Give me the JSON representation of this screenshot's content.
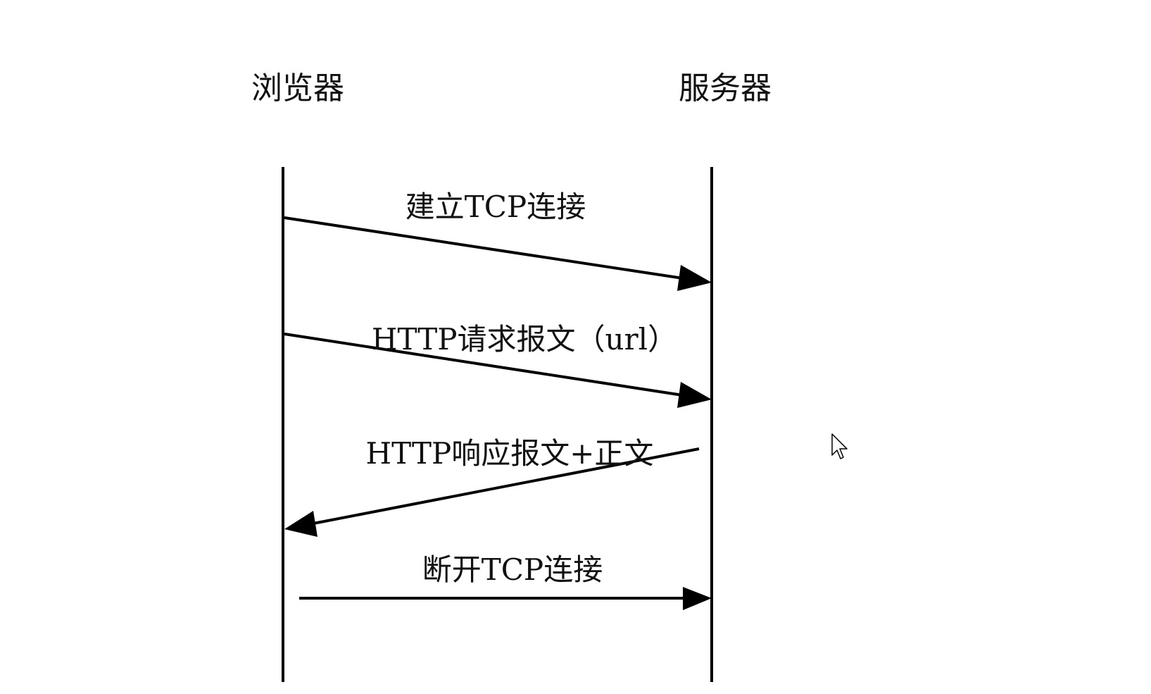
{
  "actors": {
    "browser": "浏览器",
    "server": "服务器"
  },
  "messages": [
    {
      "label": "建立TCP连接",
      "from": "browser",
      "to": "server"
    },
    {
      "label": "HTTP请求报文（url）",
      "from": "browser",
      "to": "server"
    },
    {
      "label": "HTTP响应报文+正文",
      "from": "server",
      "to": "browser"
    },
    {
      "label": "断开TCP连接",
      "from": "browser",
      "to": "server"
    }
  ],
  "colors": {
    "line": "#000000",
    "text": "#111111",
    "background": "#ffffff"
  },
  "icons": {
    "cursor": "mouse-pointer-icon"
  }
}
